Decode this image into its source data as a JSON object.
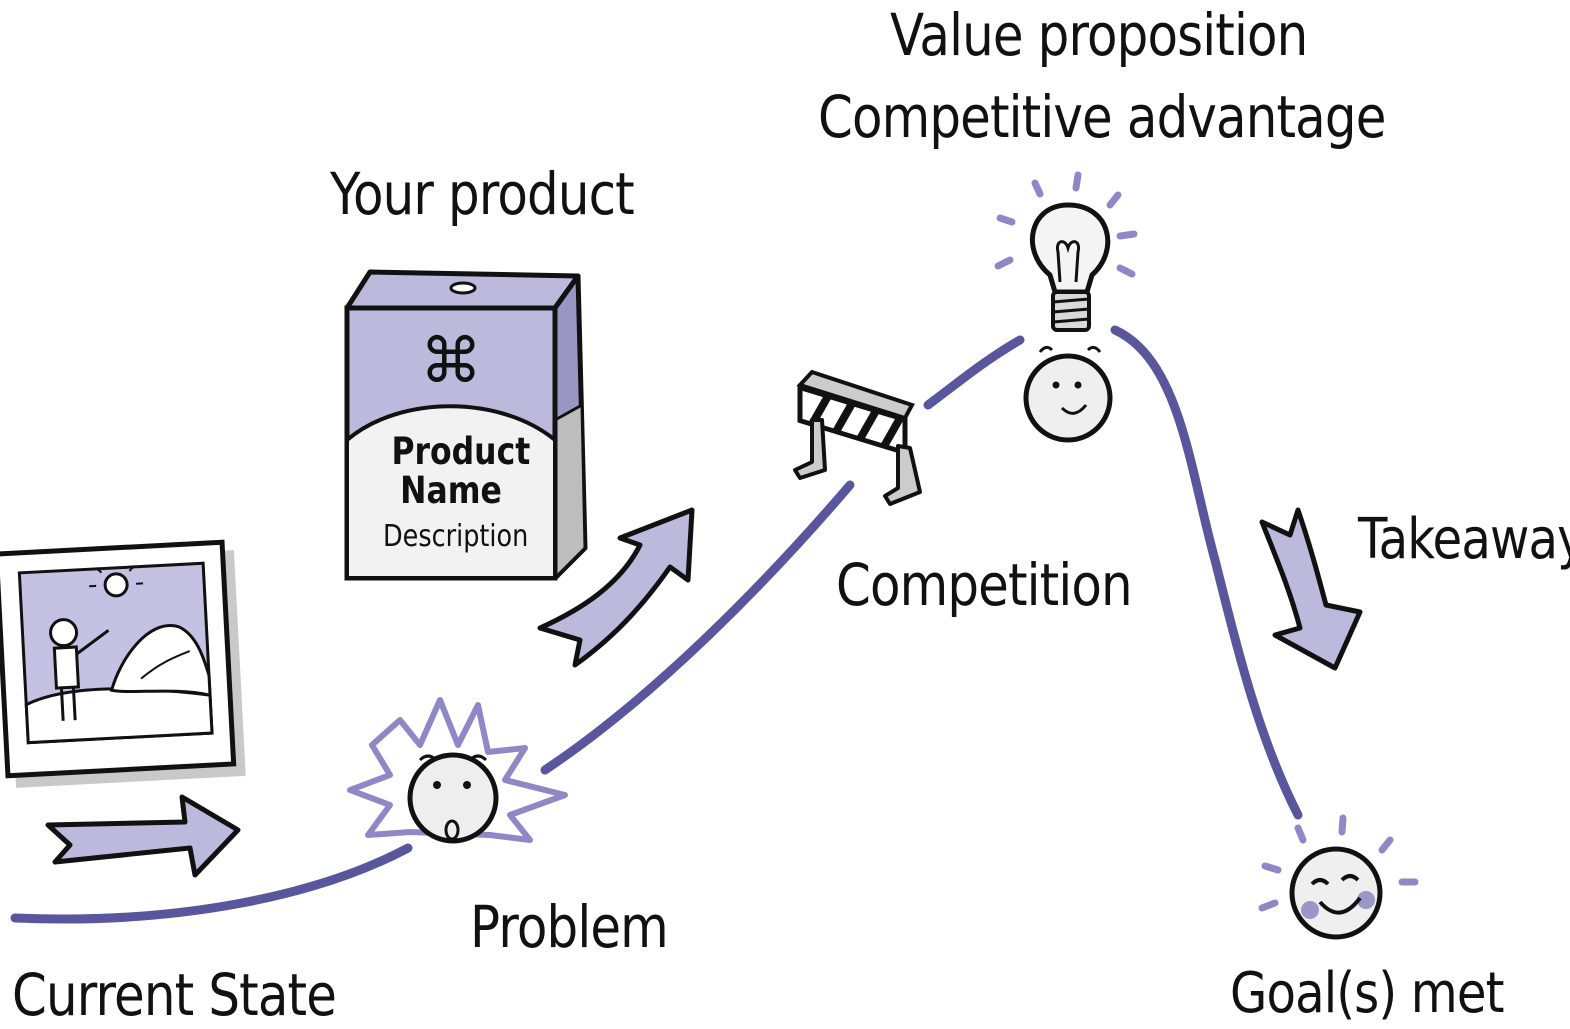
{
  "labels": {
    "current_state": "Current State",
    "problem": "Problem",
    "your_product": "Your product",
    "competition": "Competition",
    "value_proposition": "Value proposition",
    "competitive_advantage": "Competitive advantage",
    "takeaway": "Takeaway",
    "goals_met": "Goal(s) met"
  },
  "product_box": {
    "symbol": "⌘",
    "name_line1": "Product",
    "name_line2": "Name",
    "description": "Description"
  },
  "colors": {
    "path": "#5a569e",
    "accent": "#bdb9dc",
    "accent_light": "#cfcbe6",
    "gray": "#d4d4d4",
    "ink": "#111111"
  },
  "icons": [
    "picture-frame-icon",
    "right-arrow-icon",
    "surprised-face-icon",
    "product-box-icon",
    "up-arrow-icon",
    "hurdle-icon",
    "lightbulb-icon",
    "smiling-face-icon",
    "down-arrow-icon",
    "happy-face-icon"
  ]
}
